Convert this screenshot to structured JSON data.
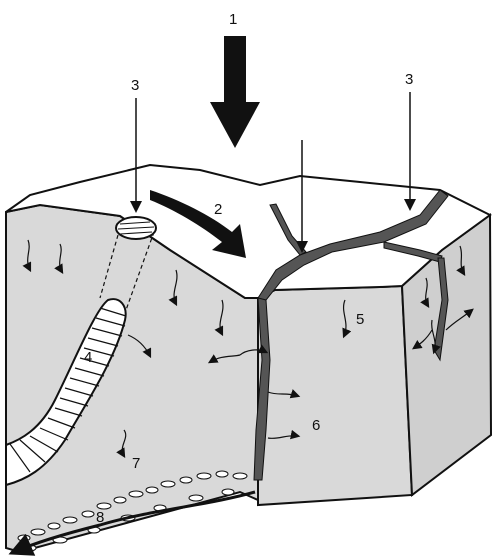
{
  "labels": {
    "l1": "1",
    "l2": "2",
    "l3a": "3",
    "l3b": "3",
    "l4": "4",
    "l5": "5",
    "l6": "6",
    "l7": "7",
    "l8": "8"
  },
  "colors": {
    "ink": "#111111",
    "block_front": "#d9d9d9",
    "block_side": "#cfcfcf",
    "top_surface": "#ffffff",
    "crack": "#555555"
  }
}
